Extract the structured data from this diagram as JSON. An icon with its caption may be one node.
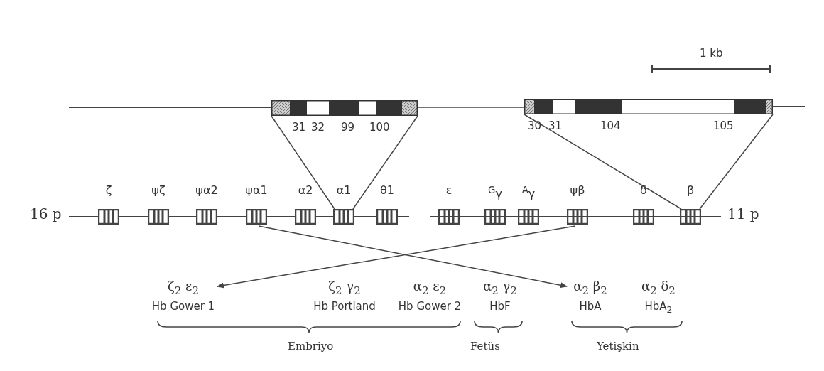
{
  "diagram": {
    "nodes": [
      {
        "text": [],
        "shape": "bar",
        "beside": [
          "31",
          "32",
          "99",
          "100"
        ]
      },
      {
        "text": [],
        "shape": "bar",
        "beside": [
          "30",
          "31",
          "104",
          "105"
        ]
      },
      {
        "text": [
          "ζ"
        ]
      },
      {
        "text": [
          "ψζ"
        ]
      },
      {
        "text": [
          "ψα2"
        ]
      },
      {
        "text": [
          "ψα1"
        ]
      },
      {
        "text": [
          "α2"
        ]
      },
      {
        "text": [
          "α1"
        ]
      },
      {
        "text": [
          "θ1"
        ]
      },
      {
        "text": [
          "ε"
        ]
      },
      {
        "text": [
          "$^{G}$γ"
        ]
      },
      {
        "text": [
          "$^{A}$γ"
        ]
      },
      {
        "text": [
          "ψβ"
        ]
      },
      {
        "text": [
          "δ"
        ]
      },
      {
        "text": [
          "β"
        ]
      },
      {
        "text": [
          "ζ$_{2}$ ε$_{2}$",
          "Hb Gower 1"
        ]
      },
      {
        "text": [
          "ζ$_{2}$ γ$_{2}$",
          "Hb Portland"
        ]
      },
      {
        "text": [
          "α$_{2}$ ε$_{2}$",
          "Hb Gower 2"
        ]
      },
      {
        "text": [
          "α$_{2}$ γ$_{2}$",
          "HbF"
        ]
      },
      {
        "text": [
          "α$_{2}$ β$_{2}$",
          "HbA"
        ]
      },
      {
        "text": [
          "α$_{2}$ δ$_{2}$",
          "HbA$_{2}$"
        ]
      }
    ],
    "edges": [
      {
        "from": 0,
        "to": 1,
        "arrow": "none"
      },
      {
        "from": 0,
        "to": 7,
        "arrow": "none"
      },
      {
        "from": 0,
        "to": 7,
        "arrow": "none"
      },
      {
        "from": 1,
        "to": 14,
        "arrow": "none"
      },
      {
        "from": 1,
        "to": 14,
        "arrow": "none"
      },
      {
        "from": 5,
        "to": 19,
        "arrow": "to"
      },
      {
        "from": 12,
        "to": 15,
        "arrow": "to"
      }
    ],
    "labels": [
      "1 kb",
      "16 p",
      "11 p",
      "Embriyo",
      "Fetüs",
      "Yetişkin"
    ]
  }
}
